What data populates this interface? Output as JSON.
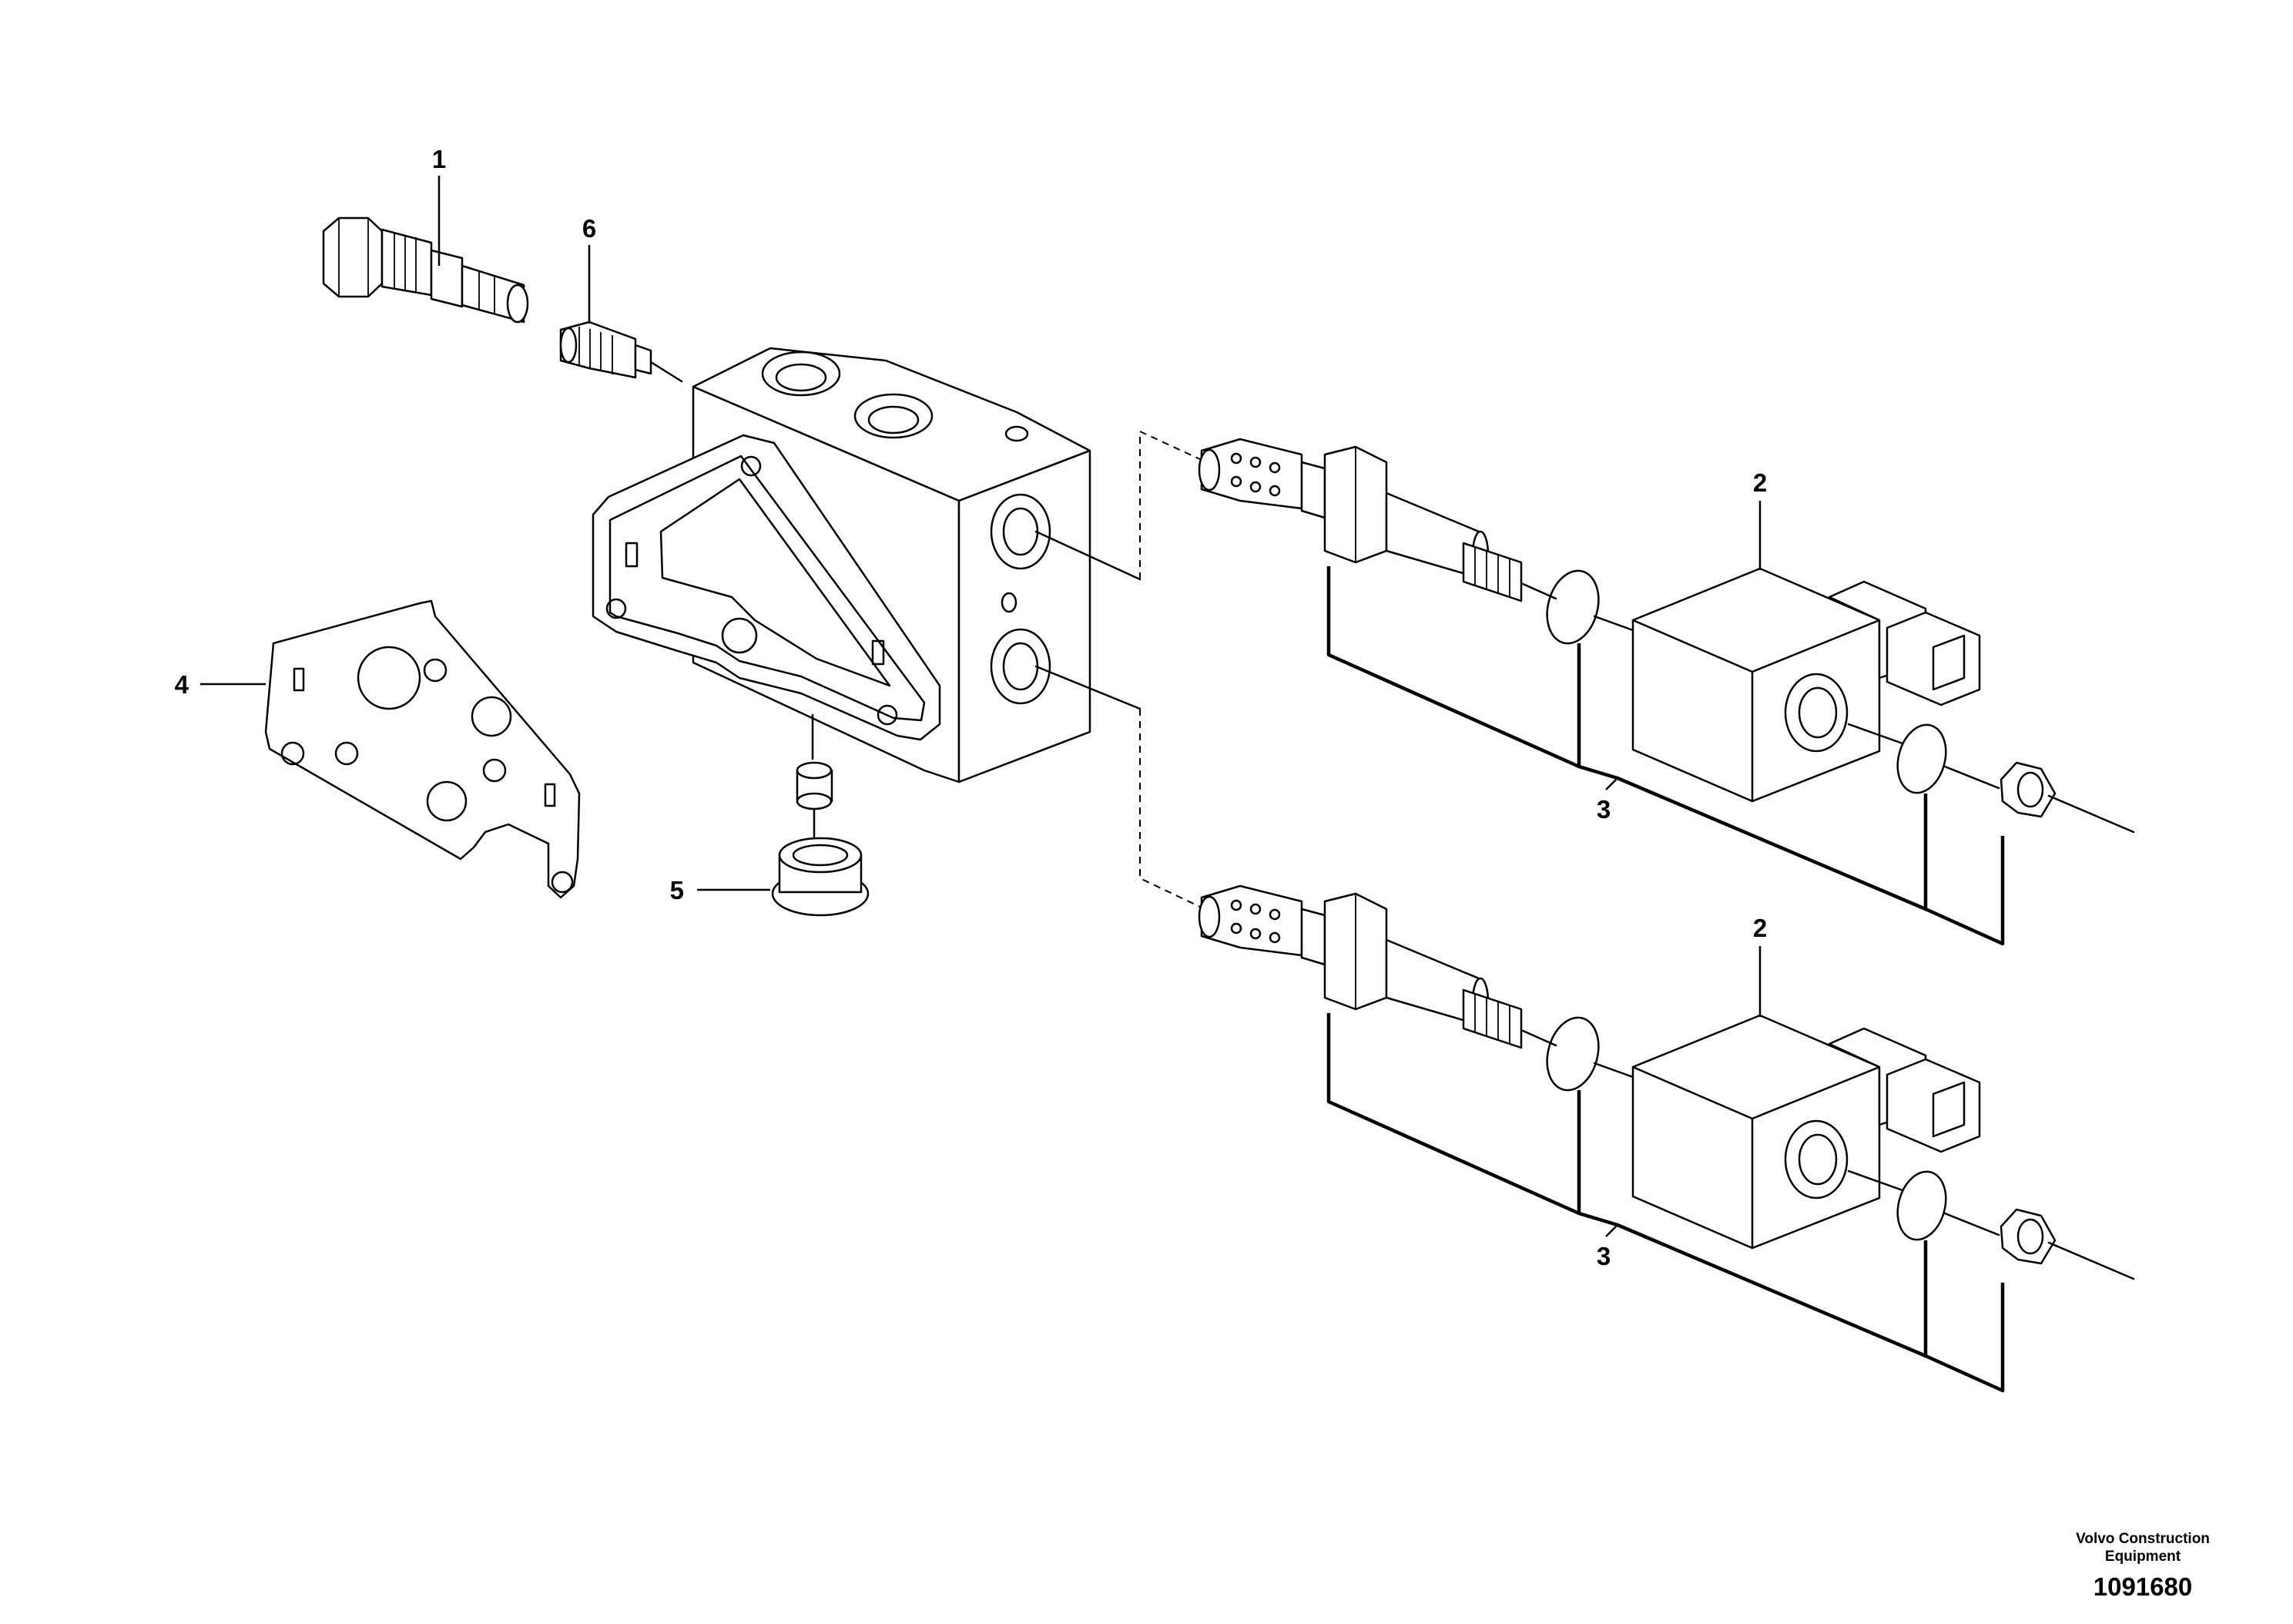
{
  "callouts": {
    "c1": "1",
    "c2a": "2",
    "c2b": "2",
    "c3a": "3",
    "c3b": "3",
    "c4": "4",
    "c5": "5",
    "c6": "6"
  },
  "footer": {
    "brand_line1": "Volvo Construction",
    "brand_line2": "Equipment",
    "document_number": "1091680"
  }
}
